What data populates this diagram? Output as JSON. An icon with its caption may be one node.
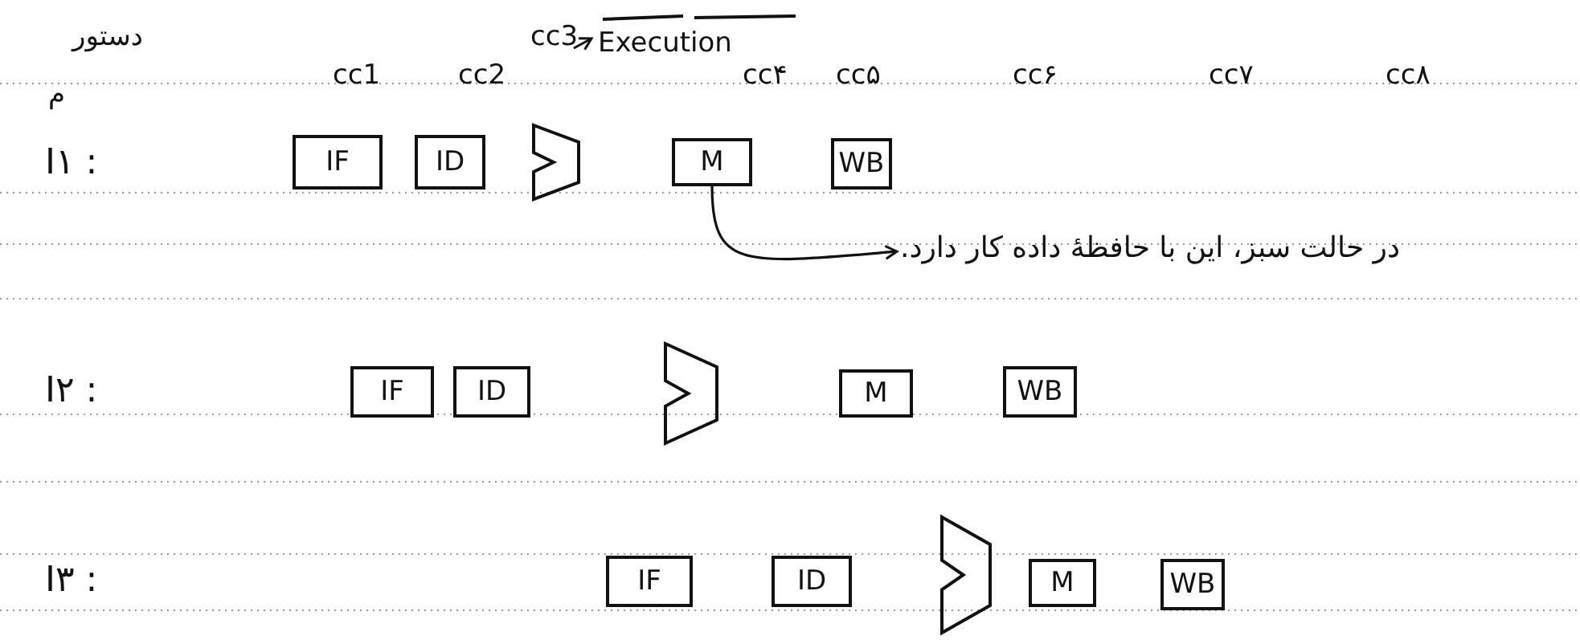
{
  "diagram": {
    "nodes": [
      {
        "text": [
          "IF"
        ]
      },
      {
        "text": [
          "ID"
        ]
      },
      {
        "text": [],
        "shape": "trapezoid"
      },
      {
        "text": [
          "M"
        ]
      },
      {
        "text": [
          "WB"
        ]
      },
      {
        "text": [
          "IF"
        ]
      },
      {
        "text": [
          "ID"
        ]
      },
      {
        "text": [],
        "shape": "trapezoid"
      },
      {
        "text": [
          "M"
        ]
      },
      {
        "text": [
          "WB"
        ]
      },
      {
        "text": [
          "IF"
        ]
      },
      {
        "text": [
          "ID"
        ]
      },
      {
        "text": [],
        "shape": "trapezoid"
      },
      {
        "text": [
          "M"
        ]
      },
      {
        "text": [
          "WB"
        ]
      },
      {
        "text": [
          "در حالت سبز، این با حافظهٔ داده کار دارد."
        ]
      }
    ],
    "edges": [
      {
        "from": 3,
        "to": 15,
        "arrow": "to"
      }
    ],
    "labels": [
      "دستور",
      "م",
      "cc1",
      "cc2",
      "cc3",
      "Execution",
      "cc۴",
      "cc۵",
      "cc۶",
      "cc۷",
      "cc۸",
      "I۱ :",
      "I۲ :",
      "I۳ :"
    ]
  }
}
